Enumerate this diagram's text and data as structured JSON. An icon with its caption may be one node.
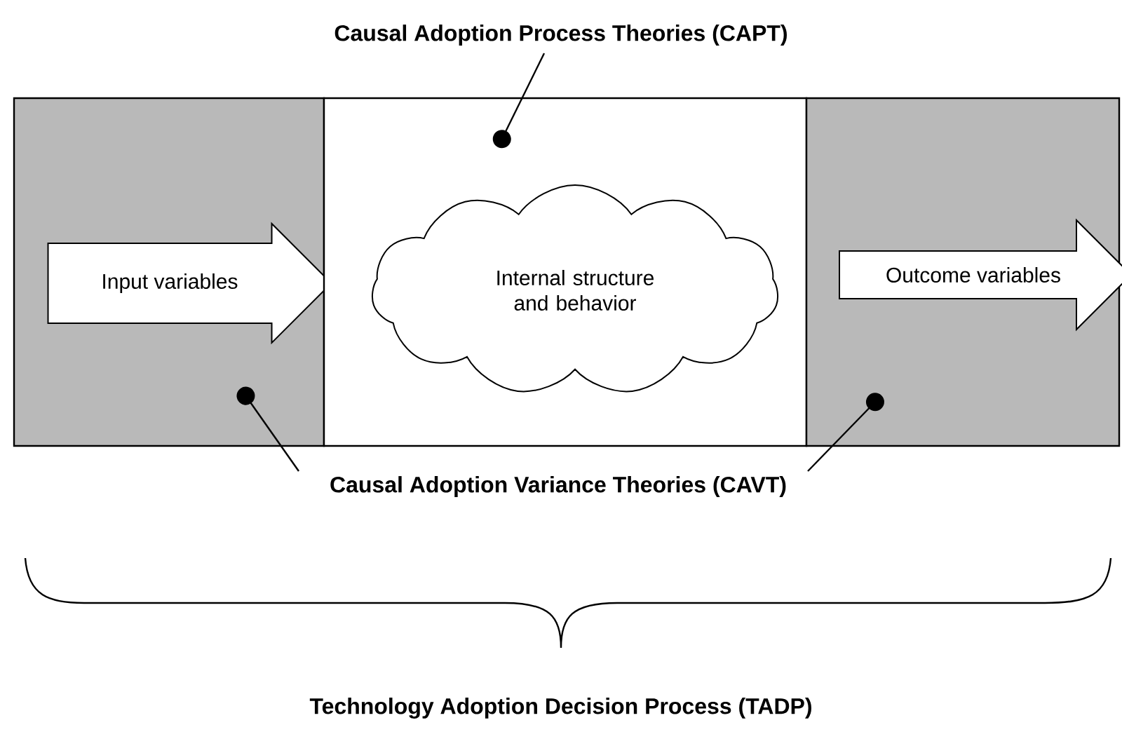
{
  "diagram": {
    "nodes": [
      {
        "text": [
          "Causal Adoption Process Theories (CAPT)"
        ]
      },
      {
        "text": [],
        "shape": "box"
      },
      {
        "text": [],
        "shape": "box"
      },
      {
        "text": [],
        "shape": "box"
      },
      {
        "text": [
          "Input variables"
        ],
        "in": 1
      },
      {
        "text": [
          "Internal structure and behavior"
        ],
        "in": 2
      },
      {
        "text": [
          "Outcome variables"
        ],
        "in": 3
      },
      {
        "text": [
          "Causal Adoption Variance Theories (CAVT)"
        ]
      }
    ],
    "edges": [
      {
        "from": 0,
        "to": 2,
        "arrow": "other"
      },
      {
        "from": 7,
        "to": 1,
        "arrow": "other"
      },
      {
        "from": 7,
        "to": 3,
        "arrow": "other"
      }
    ],
    "labels": [
      "Technology Adoption Decision Process (TADP)"
    ]
  }
}
